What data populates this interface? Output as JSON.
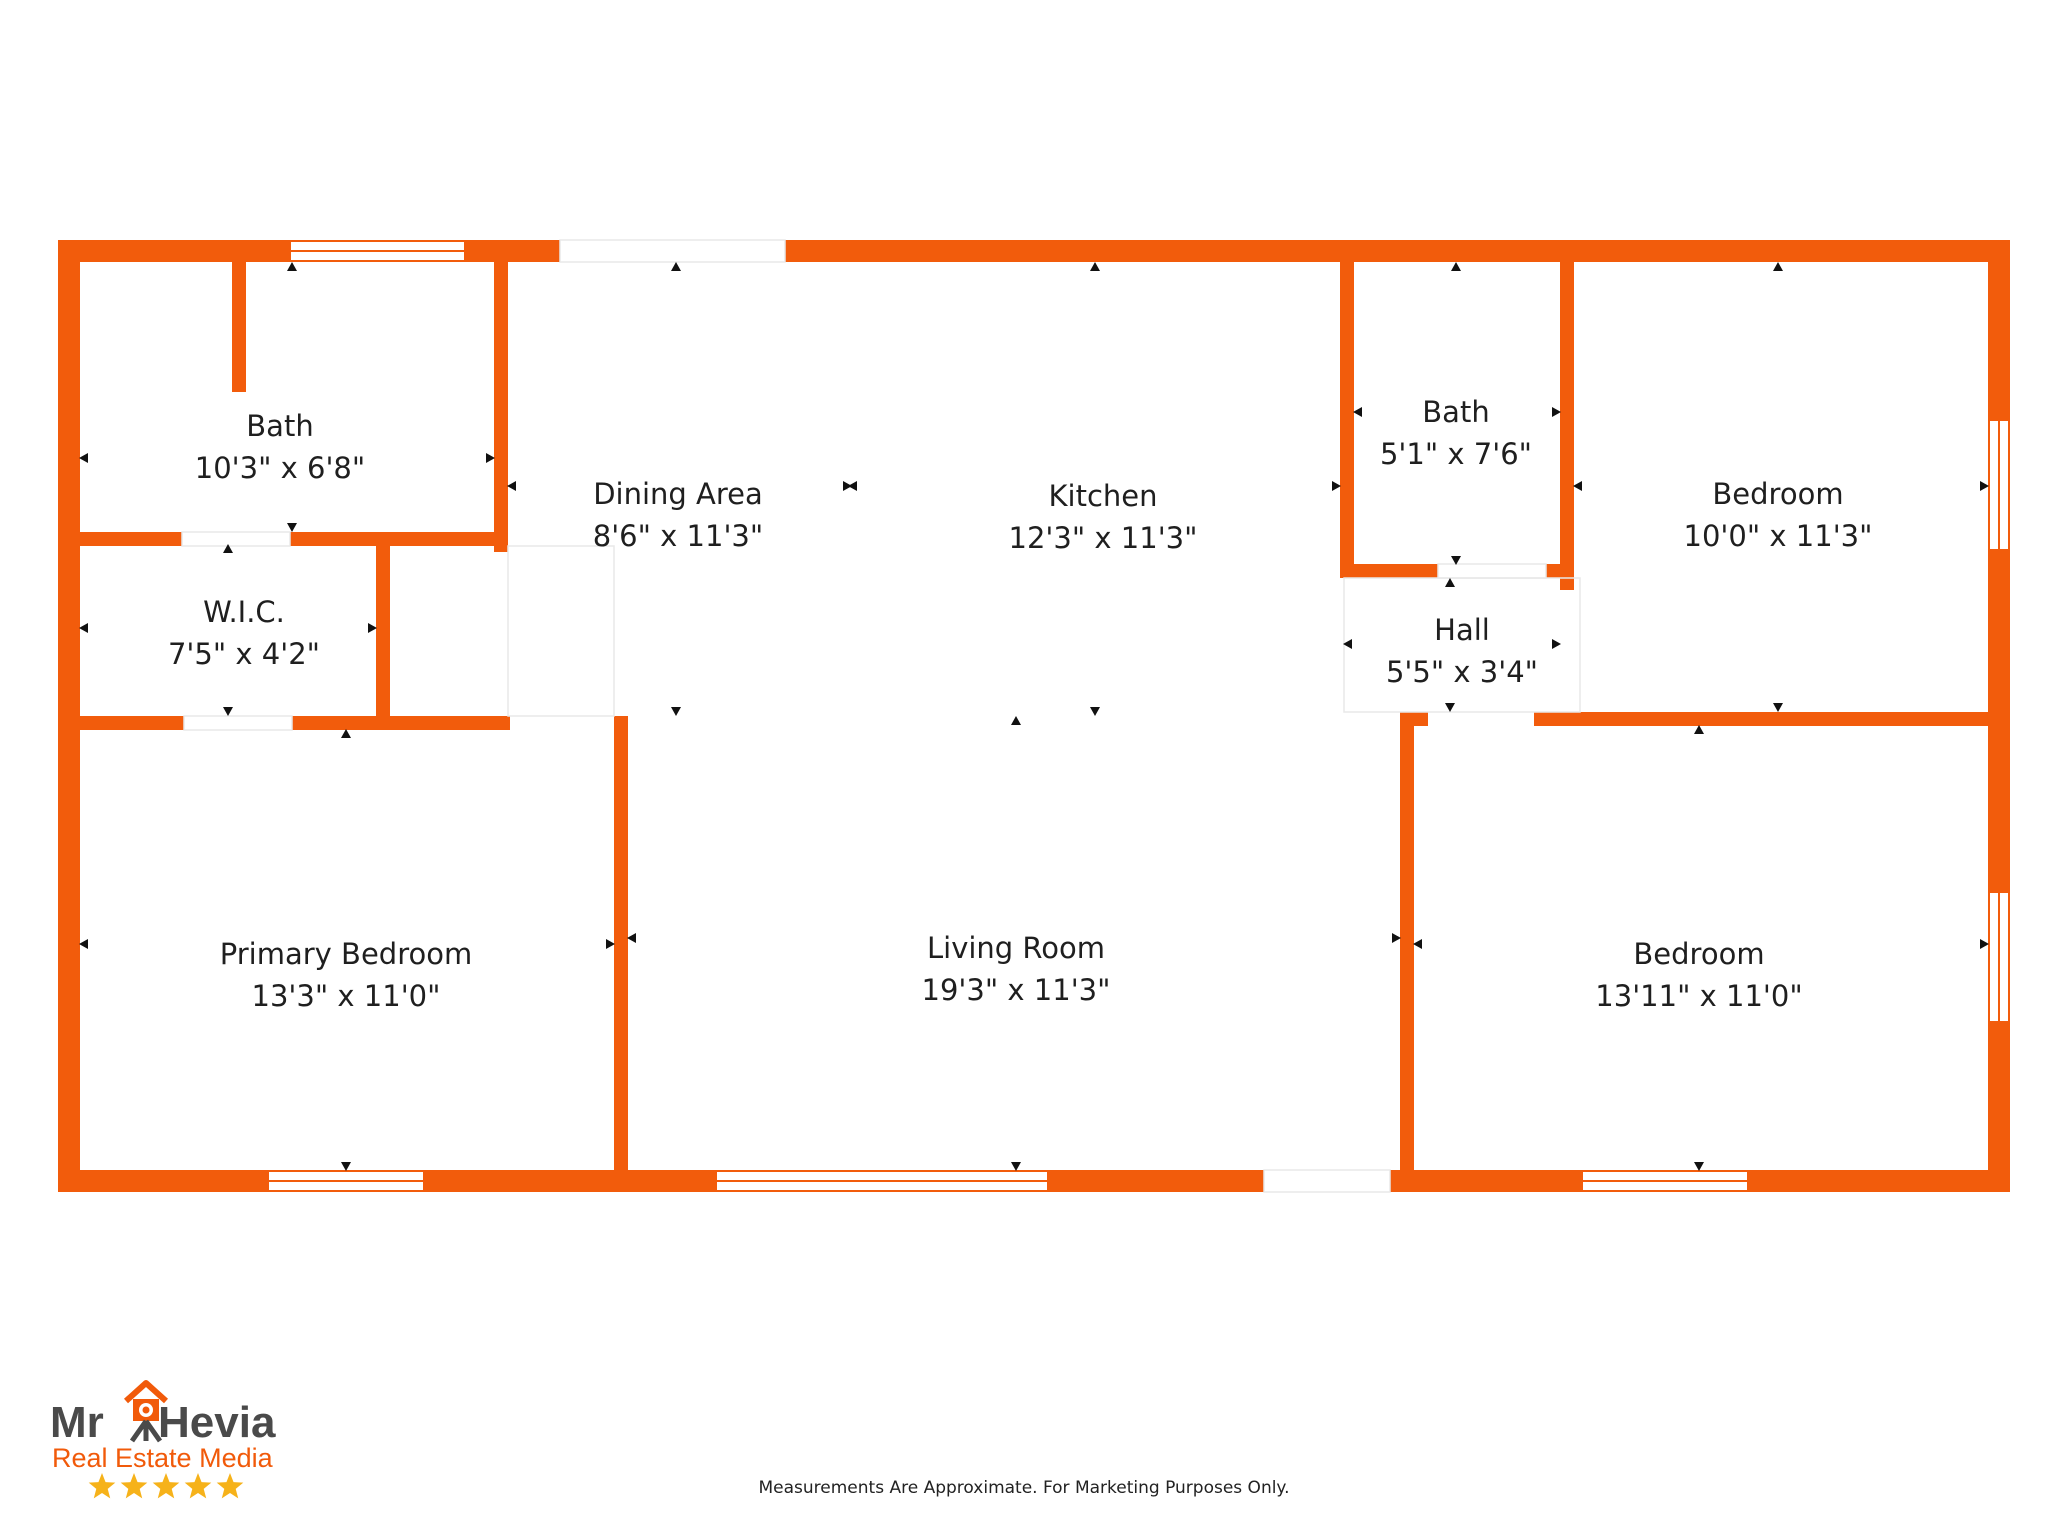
{
  "colors": {
    "wall": "#f25c0c",
    "text": "#1f1f1f",
    "marker": "#111111",
    "star": "#f6b21a",
    "accent": "#f15a0a"
  },
  "rooms": [
    {
      "id": "bath-1",
      "name": "Bath",
      "dims": "10'3\" x 6'8\""
    },
    {
      "id": "wic",
      "name": "W.I.C.",
      "dims": "7'5\" x 4'2\""
    },
    {
      "id": "dining",
      "name": "Dining Area",
      "dims": "8'6\" x 11'3\""
    },
    {
      "id": "kitchen",
      "name": "Kitchen",
      "dims": "12'3\" x 11'3\""
    },
    {
      "id": "bath-2",
      "name": "Bath",
      "dims": "5'1\" x 7'6\""
    },
    {
      "id": "hall",
      "name": "Hall",
      "dims": "5'5\" x 3'4\""
    },
    {
      "id": "bedroom-ne",
      "name": "Bedroom",
      "dims": "10'0\" x 11'3\""
    },
    {
      "id": "primary",
      "name": "Primary Bedroom",
      "dims": "13'3\" x 11'0\""
    },
    {
      "id": "living",
      "name": "Living Room",
      "dims": "19'3\" x 11'3\""
    },
    {
      "id": "bedroom-se",
      "name": "Bedroom",
      "dims": "13'11\" x 11'0\""
    }
  ],
  "logo": {
    "word_left": "Mr",
    "word_right": "Hevia",
    "subtitle": "Real Estate Media",
    "stars": 5
  },
  "disclaimer": "Measurements Are Approximate. For Marketing Purposes Only."
}
